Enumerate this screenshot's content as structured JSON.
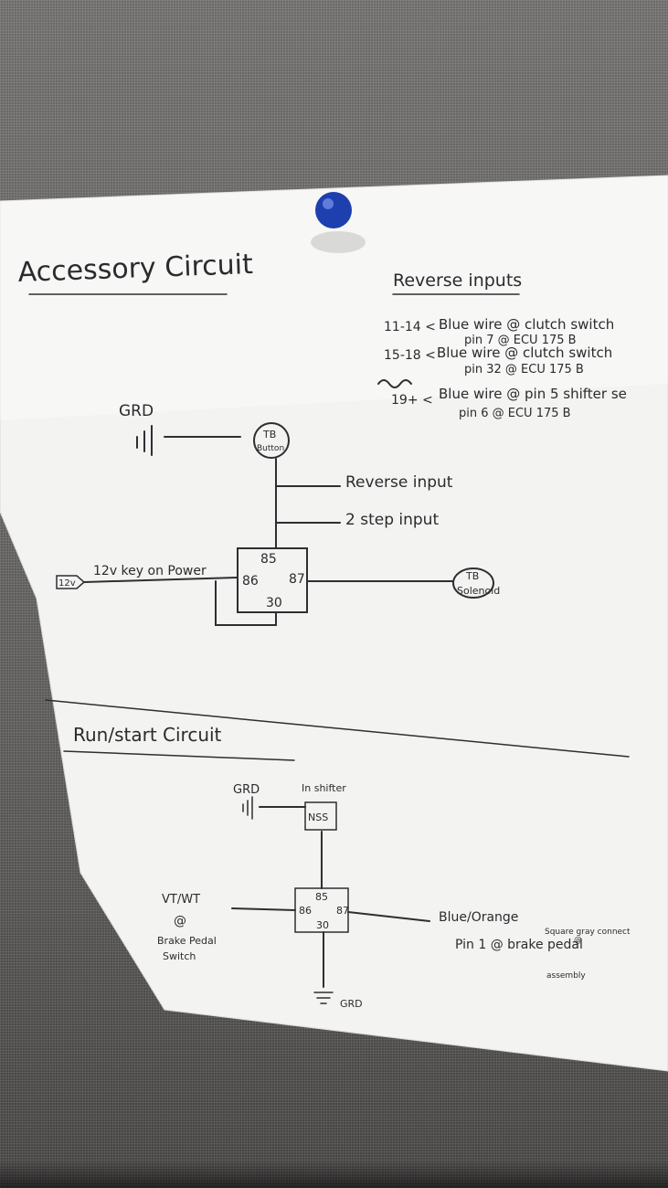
{
  "accessory": {
    "title": "Accessory Circuit",
    "reverse_inputs": {
      "heading": "Reverse inputs",
      "lines": [
        {
          "range": "11-14 <",
          "text": "Blue wire @ clutch switch",
          "sub": "pin 7 @ ECU 175 B"
        },
        {
          "range": "15-18 <",
          "text": "Blue wire @ clutch switch",
          "sub": "pin 32 @ ECU 175 B"
        },
        {
          "range": "19+ <",
          "text": "Blue wire @ pin 5 shifter se",
          "sub": "pin 6 @ ECU 175 B"
        }
      ]
    },
    "grd_label": "GRD",
    "tb_button": {
      "line1": "TB",
      "line2": "Button"
    },
    "reverse_input_label": "Reverse input",
    "two_step_label": "2 step input",
    "relay_pins": {
      "p85": "85",
      "p86": "86",
      "p87": "87",
      "p30": "30"
    },
    "power_tag": "12v",
    "power_label": "12v key on Power",
    "tb_solenoid": {
      "line1": "TB",
      "line2": "Solenoid"
    }
  },
  "runstart": {
    "title": "Run/start Circuit",
    "grd_top": "GRD",
    "shifter_label": "In shifter",
    "nss_label": "NSS",
    "relay_pins": {
      "p85": "85",
      "p86": "86",
      "p87": "87",
      "p30": "30"
    },
    "vt_label": "VT/WT",
    "at_symbol": "@",
    "brake_switch": {
      "line1": "Brake Pedal",
      "line2": "Switch"
    },
    "blue_orange": "Blue/Orange",
    "pin_label": "Pin 1 @ brake pedal",
    "connector": {
      "line1": "Square gray connect",
      "line2": "@",
      "line3": "assembly"
    },
    "grd_bottom": "GRD"
  },
  "colors": {
    "paper": "#f3f3f1",
    "ink": "#2e2e33",
    "pin": "#1e3fae"
  }
}
